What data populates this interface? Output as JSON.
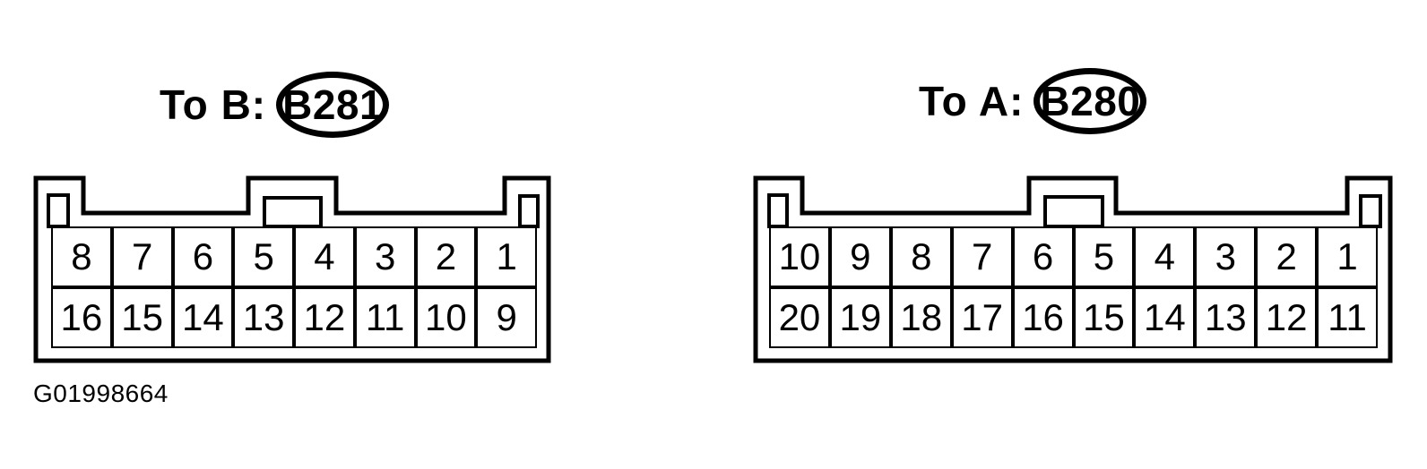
{
  "figure": {
    "id": "G01998664"
  },
  "colors": {
    "ink": "#000000",
    "background": "#ffffff"
  },
  "connectors": [
    {
      "name": "B281",
      "label_prefix": "To B:",
      "label_id": "B281",
      "pin_count": 16,
      "pin_rows": [
        [
          "8",
          "7",
          "6",
          "5",
          "4",
          "3",
          "2",
          "1"
        ],
        [
          "16",
          "15",
          "14",
          "13",
          "12",
          "11",
          "10",
          "9"
        ]
      ]
    },
    {
      "name": "B280",
      "label_prefix": "To A:",
      "label_id": "B280",
      "pin_count": 20,
      "pin_rows": [
        [
          "10",
          "9",
          "8",
          "7",
          "6",
          "5",
          "4",
          "3",
          "2",
          "1"
        ],
        [
          "20",
          "19",
          "18",
          "17",
          "16",
          "15",
          "14",
          "13",
          "12",
          "11"
        ]
      ]
    }
  ]
}
